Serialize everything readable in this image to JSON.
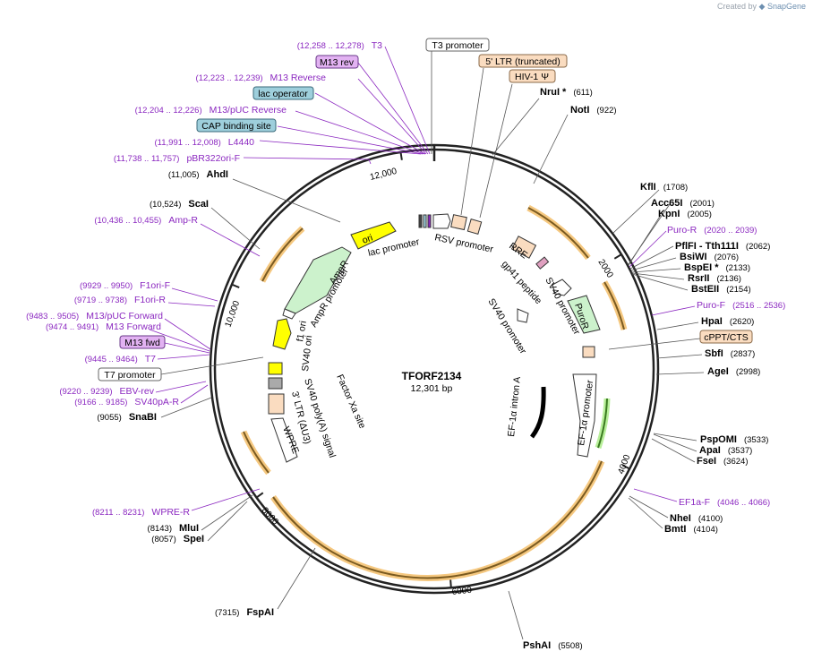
{
  "credit": {
    "prefix": "Created by",
    "brand": "SnapGene"
  },
  "plasmid": {
    "name": "TFORF2134",
    "size_label": "12,301 bp",
    "length": 12301
  },
  "ticks": [
    {
      "label": "2000",
      "pos": 2000
    },
    {
      "label": "4000",
      "pos": 4000
    },
    {
      "label": "6000",
      "pos": 6000
    },
    {
      "label": "8000",
      "pos": 8000
    },
    {
      "label": "10,000",
      "pos": 10000
    },
    {
      "label": "12,000",
      "pos": 12000
    }
  ],
  "enzymes": [
    {
      "name": "NruI *",
      "pos_label": "(611)",
      "pos": 611,
      "side": "right"
    },
    {
      "name": "NotI",
      "pos_label": "(922)",
      "pos": 922,
      "side": "right"
    },
    {
      "name": "KflI",
      "pos_label": "(1708)",
      "pos": 1708,
      "side": "right"
    },
    {
      "name": "Acc65I",
      "pos_label": "(2001)",
      "pos": 2001,
      "side": "right"
    },
    {
      "name": "KpnI",
      "pos_label": "(2005)",
      "pos": 2005,
      "side": "right"
    },
    {
      "name": "PflFI - Tth111I",
      "pos_label": "(2062)",
      "pos": 2062,
      "side": "right"
    },
    {
      "name": "BsiWI",
      "pos_label": "(2076)",
      "pos": 2076,
      "side": "right"
    },
    {
      "name": "BspEI *",
      "pos_label": "(2133)",
      "pos": 2133,
      "side": "right"
    },
    {
      "name": "RsrII",
      "pos_label": "(2136)",
      "pos": 2136,
      "side": "right"
    },
    {
      "name": "BstEII",
      "pos_label": "(2154)",
      "pos": 2154,
      "side": "right"
    },
    {
      "name": "HpaI",
      "pos_label": "(2620)",
      "pos": 2620,
      "side": "right"
    },
    {
      "name": "SbfI",
      "pos_label": "(2837)",
      "pos": 2837,
      "side": "right"
    },
    {
      "name": "AgeI",
      "pos_label": "(2998)",
      "pos": 2998,
      "side": "right"
    },
    {
      "name": "PspOMI",
      "pos_label": "(3533)",
      "pos": 3533,
      "side": "right"
    },
    {
      "name": "ApaI",
      "pos_label": "(3537)",
      "pos": 3537,
      "side": "right"
    },
    {
      "name": "FseI",
      "pos_label": "(3624)",
      "pos": 3624,
      "side": "right"
    },
    {
      "name": "NheI",
      "pos_label": "(4100)",
      "pos": 4100,
      "side": "right"
    },
    {
      "name": "BmtI",
      "pos_label": "(4104)",
      "pos": 4104,
      "side": "right"
    },
    {
      "name": "PshAI",
      "pos_label": "(5508)",
      "pos": 5508,
      "side": "right"
    },
    {
      "name": "FspAI",
      "pos_label": "(7315)",
      "pos": 7315,
      "side": "left"
    },
    {
      "name": "SpeI",
      "pos_label": "(8057)",
      "pos": 8057,
      "side": "left"
    },
    {
      "name": "MluI",
      "pos_label": "(8143)",
      "pos": 8143,
      "side": "left"
    },
    {
      "name": "SnaBI",
      "pos_label": "(9055)",
      "pos": 9055,
      "side": "left"
    },
    {
      "name": "ScaI",
      "pos_label": "(10,524)",
      "pos": 10524,
      "side": "left"
    },
    {
      "name": "AhdI",
      "pos_label": "(11,005)",
      "pos": 11005,
      "side": "left"
    }
  ],
  "primers": [
    {
      "name": "Puro-R",
      "pos_label": "(2020 .. 2039)",
      "pos": 2030,
      "side": "right"
    },
    {
      "name": "Puro-F",
      "pos_label": "(2516 .. 2536)",
      "pos": 2526,
      "side": "right"
    },
    {
      "name": "EF1a-F",
      "pos_label": "(4046 .. 4066)",
      "pos": 4056,
      "side": "right"
    },
    {
      "name": "WPRE-R",
      "pos_label": "(8211 .. 8231)",
      "pos": 8221,
      "side": "left"
    },
    {
      "name": "SV40pA-R",
      "pos_label": "(9166 .. 9185)",
      "pos": 9176,
      "side": "left"
    },
    {
      "name": "EBV-rev",
      "pos_label": "(9220 .. 9239)",
      "pos": 9230,
      "side": "left"
    },
    {
      "name": "T7",
      "pos_label": "(9445 .. 9464)",
      "pos": 9455,
      "side": "left"
    },
    {
      "name": "M13 Forward",
      "pos_label": "(9474 .. 9491)",
      "pos": 9483,
      "side": "left"
    },
    {
      "name": "M13/pUC Forward",
      "pos_label": "(9483 .. 9505)",
      "pos": 9494,
      "side": "left"
    },
    {
      "name": "F1ori-R",
      "pos_label": "(9719 .. 9738)",
      "pos": 9728,
      "side": "left"
    },
    {
      "name": "F1ori-F",
      "pos_label": "(9929 .. 9950)",
      "pos": 9940,
      "side": "left"
    },
    {
      "name": "Amp-R",
      "pos_label": "(10,436 .. 10,455)",
      "pos": 10445,
      "side": "left"
    },
    {
      "name": "pBR322ori-F",
      "pos_label": "(11,738 .. 11,757)",
      "pos": 11748,
      "side": "left"
    },
    {
      "name": "L4440",
      "pos_label": "(11,991 .. 12,008)",
      "pos": 12000,
      "side": "left"
    },
    {
      "name": "M13/pUC Reverse",
      "pos_label": "(12,204 .. 12,226)",
      "pos": 12215,
      "side": "left"
    },
    {
      "name": "M13 Reverse",
      "pos_label": "(12,223 .. 12,239)",
      "pos": 12231,
      "side": "left"
    },
    {
      "name": "T3",
      "pos_label": "(12,258 .. 12,278)",
      "pos": 12268,
      "side": "left"
    }
  ],
  "boxed_labels": [
    {
      "text": "T3 promoter",
      "style": "white"
    },
    {
      "text": "5' LTR (truncated)",
      "style": "peach"
    },
    {
      "text": "HIV-1 Ψ",
      "style": "peach"
    },
    {
      "text": "cPPT/CTS",
      "style": "peach"
    },
    {
      "text": "M13 rev",
      "style": "purple"
    },
    {
      "text": "lac operator",
      "style": "teal"
    },
    {
      "text": "CAP binding site",
      "style": "teal"
    },
    {
      "text": "M13 fwd",
      "style": "purple"
    },
    {
      "text": "T7 promoter",
      "style": "white"
    }
  ],
  "inner_labels": [
    {
      "text": "ori"
    },
    {
      "text": "lac promoter"
    },
    {
      "text": "RSV promoter"
    },
    {
      "text": "RRE"
    },
    {
      "text": "gp41 peptide"
    },
    {
      "text": "SV40 promoter"
    },
    {
      "text": "SV40 promoter"
    },
    {
      "text": "PuroR"
    },
    {
      "text": "EF-1α promoter"
    },
    {
      "text": "EF-1α intron A"
    },
    {
      "text": "AmpR"
    },
    {
      "text": "AmpR promoter"
    },
    {
      "text": "f1 ori"
    },
    {
      "text": "SV40 ori"
    },
    {
      "text": "SV40 poly(A) signal"
    },
    {
      "text": "3' LTR (ΔU3)"
    },
    {
      "text": "WPRE"
    },
    {
      "text": "Factor Xa site"
    }
  ],
  "colors": {
    "backbone": "#222222",
    "orf_arc": "#e8a848",
    "primer": "#8b28c0",
    "ori": "#ffff00",
    "ampr": "#ccf2cc",
    "ltr": "#fadcc0",
    "teal_box": "#9ecfdc",
    "purple_box": "#e2b2f2"
  }
}
